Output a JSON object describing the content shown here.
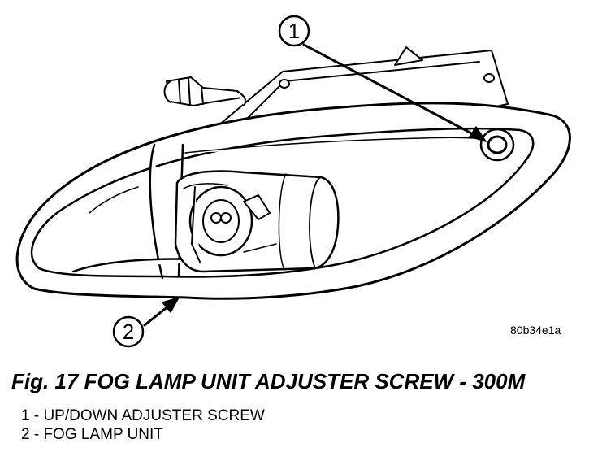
{
  "callouts": {
    "one": "1",
    "two": "2"
  },
  "image_code": "80b34e1a",
  "title": "Fig. 17 FOG LAMP UNIT ADJUSTER SCREW - 300M",
  "legend": [
    "1 - UP/DOWN ADJUSTER SCREW",
    "2 - FOG LAMP UNIT"
  ]
}
